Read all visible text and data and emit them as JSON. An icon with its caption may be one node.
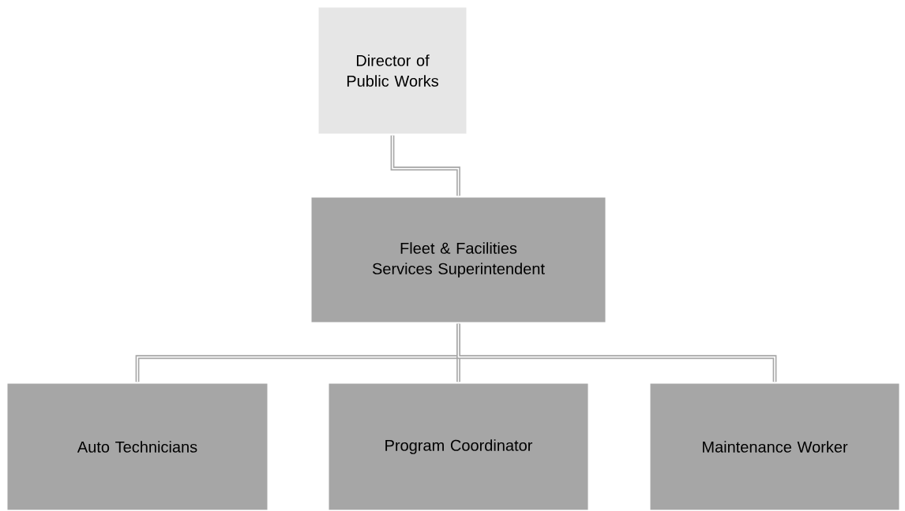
{
  "diagram": {
    "nodes": [
      {
        "text": [
          "Director of Public Works"
        ]
      },
      {
        "text": [
          "Fleet & Facilities Services Superintendent"
        ]
      },
      {
        "text": [
          "Auto Technicians"
        ]
      },
      {
        "text": [
          "Program Coordinator"
        ]
      },
      {
        "text": [
          "Maintenance Worker"
        ]
      }
    ],
    "edges": [
      {
        "from": 0,
        "to": 1,
        "arrow": "none"
      },
      {
        "from": 1,
        "to": 2,
        "arrow": "none"
      },
      {
        "from": 1,
        "to": 3,
        "arrow": "none"
      },
      {
        "from": 1,
        "to": 4,
        "arrow": "none"
      }
    ]
  }
}
